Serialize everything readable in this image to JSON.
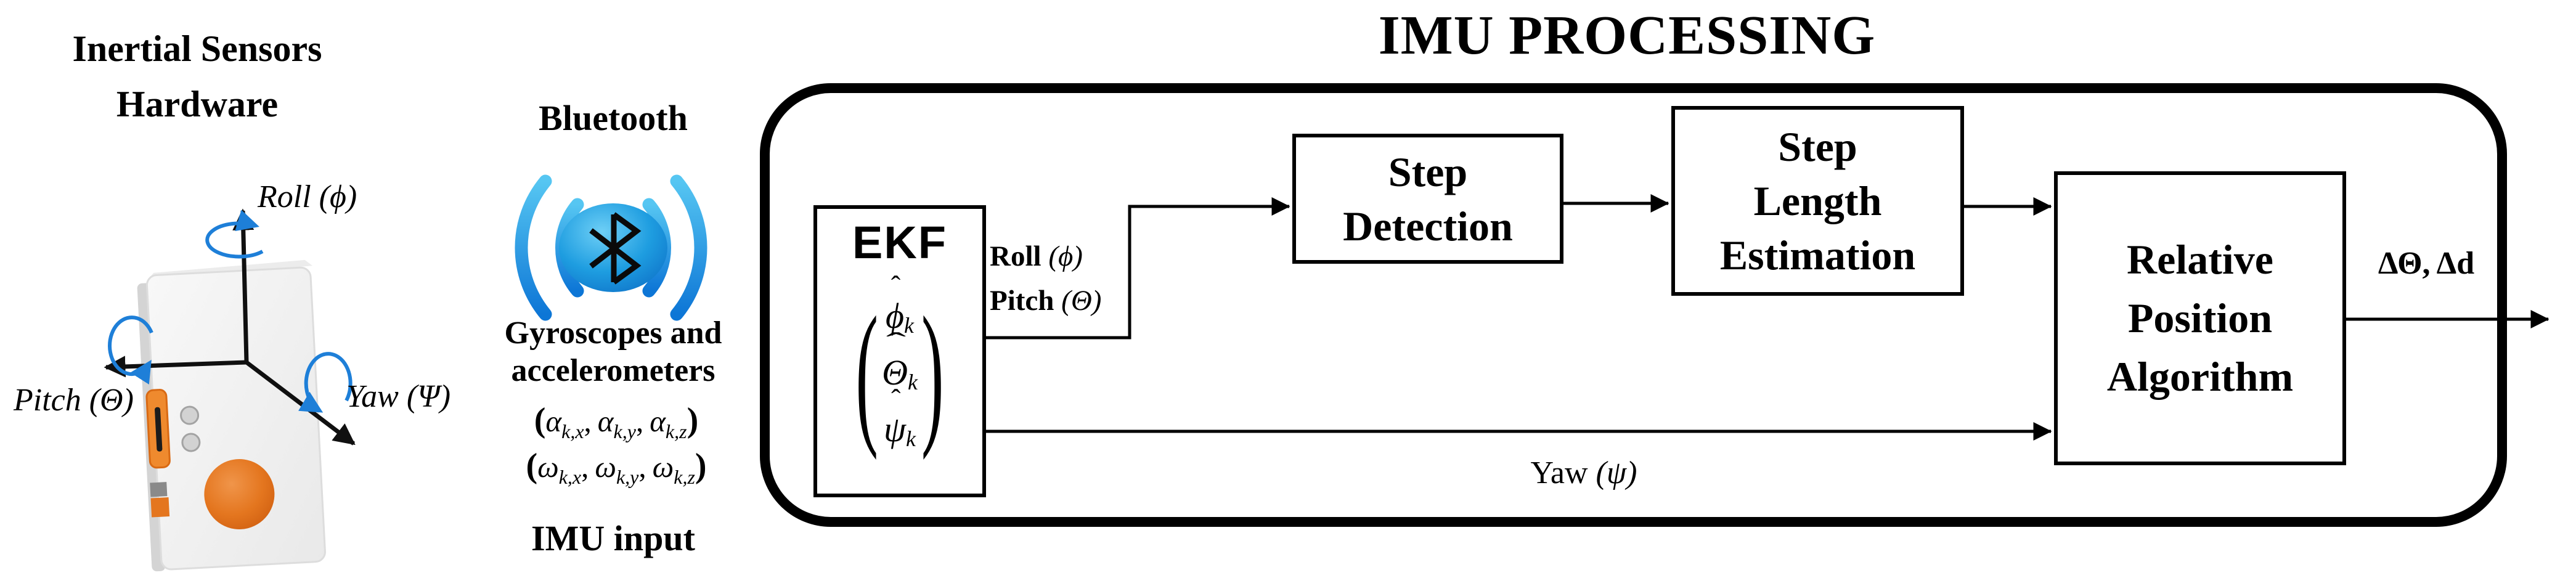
{
  "colors": {
    "accent_blue": "#1E9DE0",
    "accent_orange": "#E4761F",
    "line_black": "#000000"
  },
  "hardware_panel": {
    "title_lines": [
      "Inertial Sensors",
      "Hardware"
    ],
    "axes": {
      "roll_label": "Roll (ϕ)",
      "pitch_label": "Pitch (Θ)",
      "yaw_label": "Yaw (Ψ)"
    }
  },
  "bluetooth_panel": {
    "title": "Bluetooth",
    "sensor_lines": [
      "Gyroscopes and",
      "accelerometers"
    ],
    "accel_formula": {
      "open": "(",
      "sym": "α",
      "sub_x": "k,x",
      "sub_y": "k,y",
      "sub_z": "k,z",
      "sep": ",",
      "close": ")"
    },
    "gyro_formula": {
      "open": "(",
      "sym": "ω",
      "sub_x": "k,x",
      "sub_y": "k,y",
      "sub_z": "k,z",
      "sep": ",",
      "close": ")"
    },
    "caption": "IMU input"
  },
  "processing_panel": {
    "title": "IMU PROCESSING",
    "ekf": {
      "label": "EKF",
      "vector_open": "(",
      "vector_close": ")",
      "vector_rows": [
        {
          "hat": "ˆ",
          "sym": "ϕ",
          "sub": "k"
        },
        {
          "hat": "ˆ",
          "sym": "Θ",
          "sub": "k"
        },
        {
          "hat": "ˆ",
          "sym": "ψ",
          "sub": "k"
        }
      ]
    },
    "blocks": {
      "step_detection_lines": [
        "Step",
        "Detection"
      ],
      "step_length_lines": [
        "Step",
        "Length",
        "Estimation"
      ],
      "relative_position_lines": [
        "Relative",
        "Position",
        "Algorithm"
      ]
    },
    "edge_labels": {
      "roll_word": "Roll",
      "roll_sym": "(ϕ)",
      "pitch_word": "Pitch",
      "pitch_sym": "(Θ)",
      "yaw_word": "Yaw",
      "yaw_sym": "(ψ)",
      "output": "ΔΘ, Δd"
    }
  }
}
